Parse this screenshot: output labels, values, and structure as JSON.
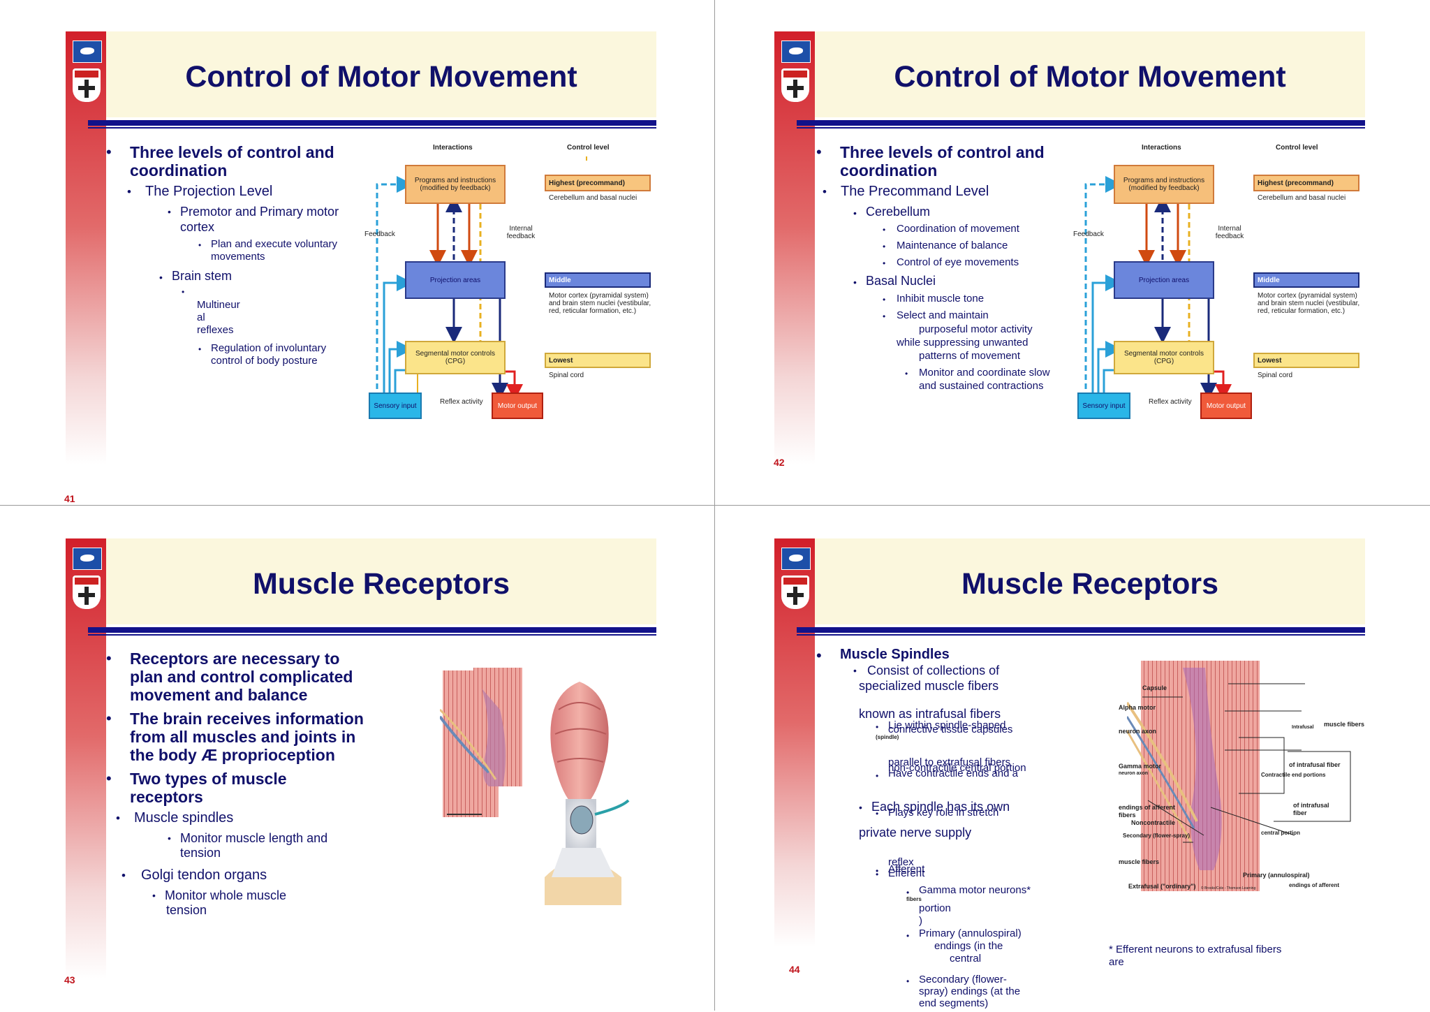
{
  "slides": [
    {
      "number": "41",
      "title": "Control of Motor Movement",
      "bullets": {
        "b1": "Three levels of control and",
        "b1b": "coordination",
        "b2": "The Projection Level",
        "b3": "Premotor and Primary motor",
        "b3b": "cortex",
        "b4": "Plan and execute voluntary",
        "b4b": "movements",
        "b5": "Brain stem",
        "b6": "Multineur",
        "b6b": "al",
        "b6c": "reflexes",
        "b7": "Regulation of involuntary",
        "b7b": "control of body posture"
      }
    },
    {
      "number": "42",
      "title": "Control of Motor Movement",
      "bullets": {
        "b1": "Three levels of control and",
        "b1b": "coordination",
        "b2": "The Precommand Level",
        "b3": "Cerebellum",
        "b4": "Coordination of movement",
        "b5": "Maintenance of balance",
        "b6": "Control of eye movements",
        "b7": "Basal Nuclei",
        "b8": "Inhibit muscle tone",
        "b9": "Select and maintain",
        "b9b": "purposeful motor activity",
        "b9c": "while suppressing unwanted",
        "b9d": "patterns of movement",
        "b10": "Monitor and coordinate slow",
        "b10b": "and sustained contractions"
      }
    },
    {
      "number": "43",
      "title": "Muscle Receptors",
      "bullets": {
        "b1": "Receptors are necessary to",
        "b1b": "plan and control complicated",
        "b1c": "movement and balance",
        "b2": "The brain receives information",
        "b2b": "from all muscles and joints in",
        "b2c": "the body Æ proprioception",
        "b3": "Two types of muscle",
        "b3b": "receptors",
        "b4": "Muscle spindles",
        "b5": "Monitor muscle length and",
        "b5b": "tension",
        "b6": "Golgi tendon organs",
        "b7": "Monitor whole muscle",
        "b7b": "tension"
      }
    },
    {
      "number": "44",
      "title": "Muscle Receptors",
      "bullets": {
        "b1": "Muscle Spindles",
        "b2": "Consist of collections of",
        "b2b": "specialized muscle fibers",
        "b2c": "known as intrafusal fibers",
        "b3": "Lie within spindle-shaped",
        "b3b": "connective tissue capsules",
        "b4": "parallel to extrafusal fibers",
        "b4b": "non-contractile central portion",
        "b5": "Have contractile ends and a",
        "b6": "Each spindle has its own",
        "b6b": "Plays key role in stretch",
        "b6c": "private nerve supply",
        "b7": "reflex",
        "b7b": "Afferent",
        "b7c": "Efferent",
        "b8": "Gamma motor neurons*",
        "b8b": "fibers",
        "b9": "portion",
        "b9b": ")",
        "b10": "Primary (annulospiral)",
        "b10b": "endings (in the",
        "b10c": "central",
        "b11": "Secondary (flower-",
        "b11b": "spray) endings (at the",
        "b11c": "end segments)",
        "footnote": "*  Efferent neurons to extrafusal fibers",
        "footnote_b": "are"
      }
    }
  ],
  "diagram": {
    "interactions": "Interactions",
    "control_level": "Control level",
    "programs": "Programs and instructions (modified by feedback)",
    "highest": "Highest (precommand)",
    "highest_sub": "Cerebellum and basal nuclei",
    "feedback": "Feedback",
    "internal_feedback": "Internal feedback",
    "projection_areas": "Projection areas",
    "middle": "Middle",
    "middle_sub": "Motor cortex (pyramidal system) and brain stem nuclei (vestibular, red, reticular formation, etc.)",
    "segmental": "Segmental motor controls (CPG)",
    "lowest": "Lowest",
    "lowest_sub": "Spinal cord",
    "sensory": "Sensory input",
    "reflex": "Reflex activity",
    "motor_output": "Motor output"
  },
  "spindle_labels": {
    "capsule": "Capsule",
    "alpha": "Alpha motor",
    "neuron_axon": "neuron axon",
    "intrafusal_mf": "muscle fibers",
    "intrafusal_small": "Intrafusal",
    "spindle": "(spindle)",
    "gamma": "Gamma motor",
    "gamma_axon": "neuron axon",
    "of_intrafusal": "of intrafusal fiber",
    "contractile_end": "Contractile end portions",
    "endings_afferent": "endings of afferent",
    "fibers": "fibers",
    "noncontractile": "Noncontractile",
    "of_intrafusal_fiber": "of intrafusal",
    "fiber": "fiber",
    "secondary": "Secondary (flower-spray)",
    "central_portion": "central portion",
    "muscle_fibers": "muscle fibers",
    "primary": "Primary (annulospiral)",
    "extrafusal": "Extrafusal (\"ordinary\")",
    "endings_afferent2": "endings of afferent",
    "credit": "© Brooks/Cole - Thomson Learning"
  }
}
